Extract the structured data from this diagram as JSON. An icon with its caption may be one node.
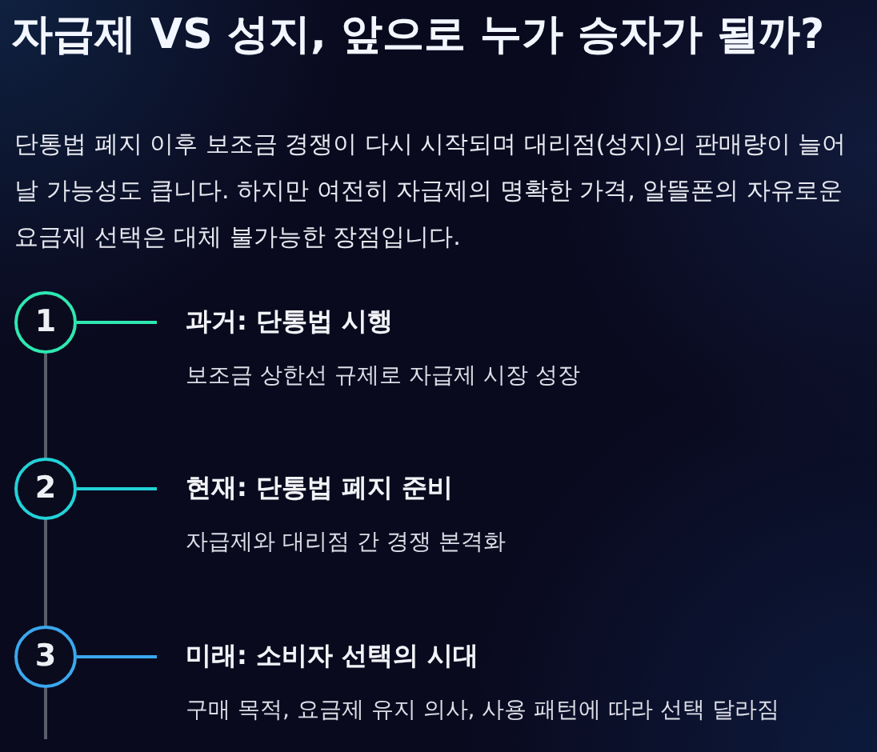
{
  "diagram": {
    "title": "자급제 VS 성지, 앞으로 누가 승자가 될까?",
    "caption": "단통법 폐지 이후 보조금 경쟁이 다시 시작되며 대리점(성지)의 판매량이 늘어날 가능성도 큽니다. 하지만 여전히 자급제의 명확한 가격, 알뜰폰의 자유로운 요금제 선택은 대체 불가능한 장점입니다.",
    "nodes": [
      {
        "text": [
          "1"
        ]
      },
      {
        "text": [
          "과거: 단통법 시행",
          "보조금 상한선 규제로 자급제 시장 성장"
        ]
      },
      {
        "text": [
          "2"
        ]
      },
      {
        "text": [
          "현재: 단통법 폐지 준비",
          "자급제와 대리점 간 경쟁 본격화"
        ]
      },
      {
        "text": [
          "3"
        ]
      },
      {
        "text": [
          "미래: 소비자 선택의 시대",
          "구매 목적, 요금제 유지 의사, 사용 패턴에 따라 선택 달라짐"
        ]
      }
    ],
    "edges": [
      {
        "from": 0,
        "to": 1,
        "arrow": "none",
        "color": "#2ee8b0"
      },
      {
        "from": 0,
        "to": 2,
        "arrow": "none"
      },
      {
        "from": 2,
        "to": 3,
        "arrow": "none",
        "color": "#22d3d8"
      },
      {
        "from": 2,
        "to": 4,
        "arrow": "none"
      },
      {
        "from": 4,
        "to": 5,
        "arrow": "none",
        "color": "#3aa8ee"
      },
      {
        "from": 4,
        "to": null,
        "arrow": "none"
      }
    ]
  }
}
